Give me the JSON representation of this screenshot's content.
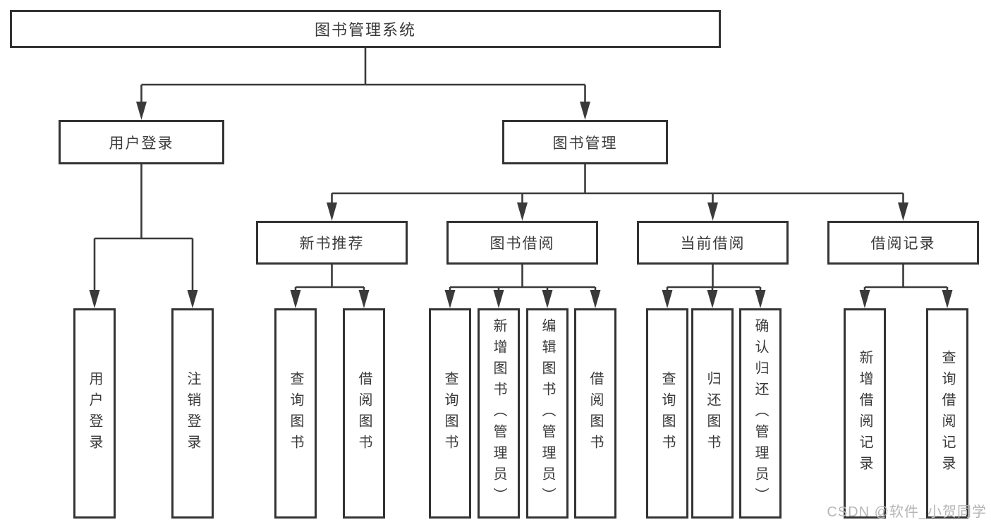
{
  "diagram": {
    "root": "图书管理系统",
    "level1": {
      "user_login": "用户登录",
      "book_mgmt": "图书管理"
    },
    "level2": {
      "new_books": "新书推荐",
      "book_borrow": "图书借阅",
      "current_borrow": "当前借阅",
      "borrow_records": "借阅记录"
    },
    "leaves": {
      "user_login": "用户登录",
      "logout": "注销登录",
      "nb_query_books": "查询图书",
      "nb_borrow_books": "借阅图书",
      "bb_query_books": "查询图书",
      "bb_add_books": "新增图书（管理员）",
      "bb_edit_books": "编辑图书（管理员）",
      "bb_borrow_books": "借阅图书",
      "cb_query_books": "查询图书",
      "cb_return_books": "归还图书",
      "cb_confirm_return": "确认归还（管理员）",
      "br_add_record": "新增借阅记录",
      "br_query_record": "查询借阅记录"
    },
    "colors": {
      "line": "#3a3a3a",
      "border": "#333333",
      "text": "#3a3a3a",
      "watermark": "#b5b5b5"
    },
    "watermark": "CSDN @软件_小贺同学"
  }
}
